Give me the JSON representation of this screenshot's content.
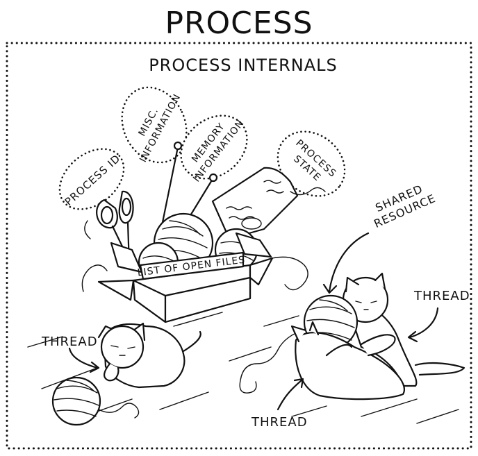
{
  "title": "PROCESS",
  "subtitle": "PROCESS INTERNALS",
  "bubbles": {
    "process_id": "PROCESS ID",
    "misc_1": "MISC.",
    "misc_2": "INFORMATION",
    "memory_1": "MEMORY",
    "memory_2": "INFORMATION",
    "state_1": "PROCESS",
    "state_2": "STATE"
  },
  "open_files_label": "LIST OF OPEN FILES",
  "shared_resource_1": "SHARED",
  "shared_resource_2": "RESOURCE",
  "thread_left": "THREAD",
  "thread_right": "THREAD",
  "thread_bottom": "THREAD"
}
